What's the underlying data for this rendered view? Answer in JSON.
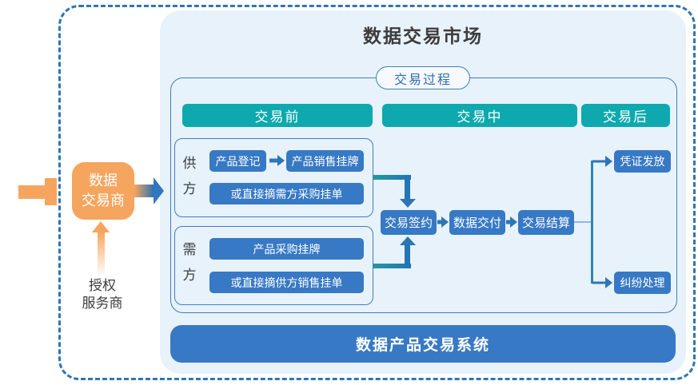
{
  "colors": {
    "accent_blue": "#2E75B6",
    "box_blue": "#3779C4",
    "teal": "#0DA9AE",
    "panel_bg": "#E7F2FB",
    "border_blue": "#3E7EC1",
    "orange": "#F6A55F",
    "text_dark": "#3C3C3C",
    "connector_teal": "#22989F",
    "connector_blue": "#2176B5"
  },
  "market": {
    "title": "数据交易市场",
    "process_label": "交易过程",
    "system_bar": "数据产品交易系统"
  },
  "phases": [
    {
      "label": "交易前"
    },
    {
      "label": "交易中"
    },
    {
      "label": "交易后"
    }
  ],
  "supplier": {
    "role": "供\n方",
    "step1": "产品登记",
    "step2": "产品销售挂牌",
    "alt": "或直接摘需方采购挂单"
  },
  "demander": {
    "role": "需\n方",
    "step1": "产品采购挂牌",
    "alt": "或直接摘供方销售挂单"
  },
  "flow": [
    {
      "label": "交易签约"
    },
    {
      "label": "数据交付"
    },
    {
      "label": "交易结算"
    }
  ],
  "outcomes": [
    {
      "label": "凭证发放"
    },
    {
      "label": "纠纷处理"
    }
  ],
  "left_side": {
    "trader": "数据\n交易商",
    "provider": "授权\n服务商"
  }
}
